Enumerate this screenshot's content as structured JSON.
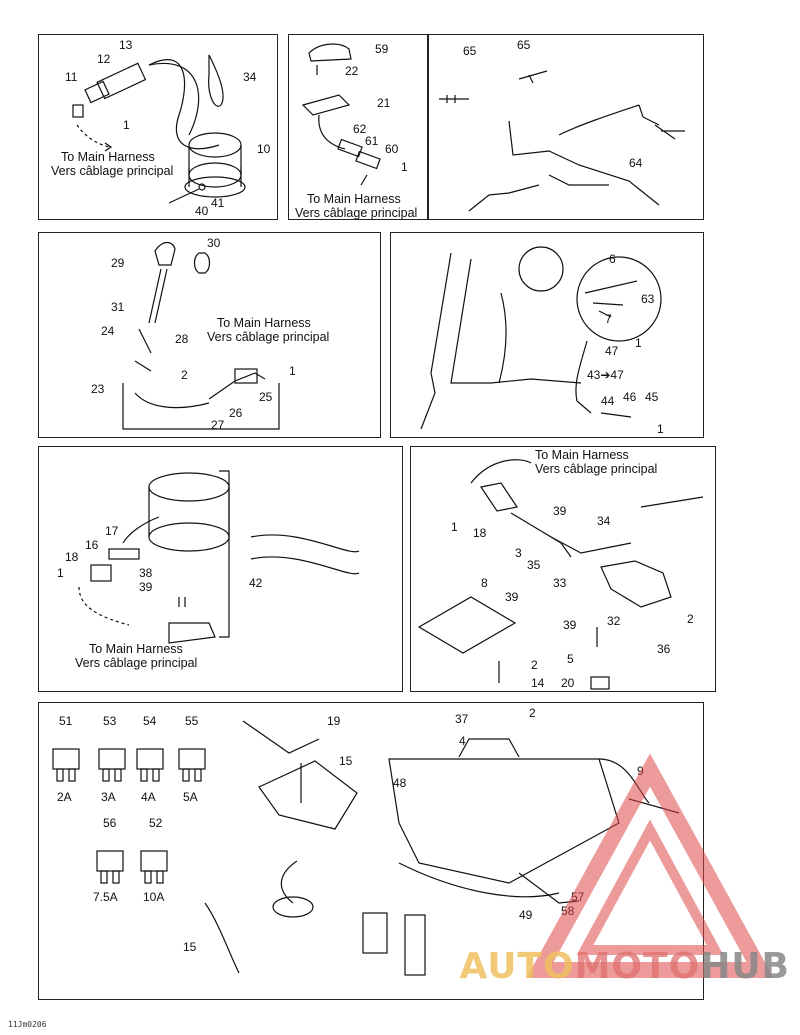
{
  "panels": {
    "p1": {
      "callouts": [
        "13",
        "12",
        "11",
        "1",
        "34",
        "10",
        "41",
        "40"
      ],
      "note_en": "To Main Harness",
      "note_fr": "Vers câblage principal"
    },
    "p2": {
      "callouts": [
        "59",
        "22",
        "21",
        "62",
        "61",
        "60",
        "1"
      ],
      "note_en": "To Main Harness",
      "note_fr": "Vers câblage principal"
    },
    "p3": {
      "callouts": [
        "65",
        "65",
        "64"
      ]
    },
    "p4": {
      "callouts": [
        "29",
        "30",
        "31",
        "24",
        "28",
        "2",
        "23",
        "27",
        "26",
        "25",
        "1"
      ],
      "note_en": "To Main Harness",
      "note_fr": "Vers câblage principal"
    },
    "p5": {
      "callouts": [
        "6",
        "7",
        "63",
        "47",
        "1",
        "43➔47",
        "44",
        "46",
        "45",
        "1"
      ]
    },
    "p6": {
      "callouts": [
        "17",
        "16",
        "18",
        "1",
        "38",
        "39",
        "42"
      ],
      "note_en": "To Main Harness",
      "note_fr": "Vers câblage principal"
    },
    "p7": {
      "callouts": [
        "1",
        "18",
        "39",
        "34",
        "3",
        "35",
        "33",
        "8",
        "39",
        "32",
        "2",
        "39",
        "36",
        "5",
        "2",
        "14",
        "20"
      ],
      "note_en": "To Main Harness",
      "note_fr": "Vers câblage principal"
    },
    "p8": {
      "fuses_top": [
        {
          "id": "51",
          "value": "2A"
        },
        {
          "id": "53",
          "value": "3A"
        },
        {
          "id": "54",
          "value": "4A"
        },
        {
          "id": "55",
          "value": "5A"
        }
      ],
      "fuses_bottom": [
        {
          "id": "56",
          "value": "7.5A"
        },
        {
          "id": "52",
          "value": "10A"
        }
      ],
      "callouts": [
        "19",
        "15",
        "37",
        "2",
        "4",
        "48",
        "9",
        "15",
        "57",
        "58",
        "49"
      ]
    }
  },
  "drawing_code": "11Jm0206",
  "watermark": {
    "part1": "AUTO",
    "part2": "MOTO",
    "part3": "HUB"
  },
  "colors": {
    "line": "#111111",
    "watermark_red": "#e04848",
    "watermark_orange": "#f0b040",
    "watermark_gray": "#7a7a7a"
  }
}
